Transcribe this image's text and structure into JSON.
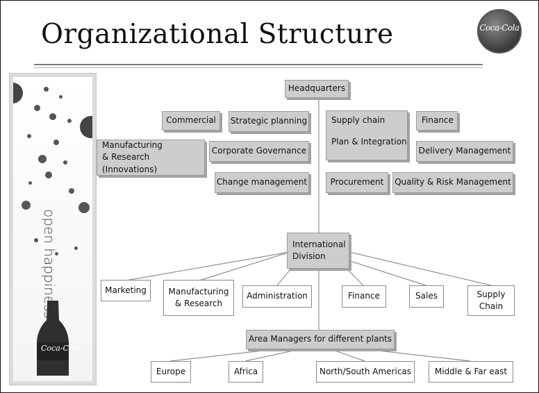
{
  "slide": {
    "title": "Organizational Structure",
    "logo_text": "Coca-Cola",
    "tagline": "open happiness",
    "bottle_text": "Coca-Cola"
  },
  "headquarters": "Headquarters",
  "hq_functions": {
    "commercial": "Commercial",
    "strategic_planning": "Strategic planning",
    "supply_chain": "Supply chain",
    "plan_integration": "Plan & Integration",
    "finance": "Finance",
    "manufacturing_research": "Manufacturing\n& Research (Innovations)",
    "corporate_governance": "Corporate Governance",
    "delivery_management": "Delivery Management",
    "change_management": "Change management",
    "procurement": "Procurement",
    "quality_risk": "Quality & Risk Management"
  },
  "international_division": "International\nDivision",
  "divisions": {
    "marketing": "Marketing",
    "manufacturing_research": "Manufacturing\n& Research",
    "administration": "Administration",
    "finance": "Finance",
    "sales": "Sales",
    "supply_chain": "Supply\nChain"
  },
  "area_managers": "Area Managers for different plants",
  "regions": {
    "europe": "Europe",
    "africa": "Africa",
    "americas": "North/South Americas",
    "middle_far_east": "Middle & Far east"
  },
  "colors": {
    "box_gray": "#cdcdcd",
    "line": "#8f8f8f",
    "text": "#111111"
  }
}
